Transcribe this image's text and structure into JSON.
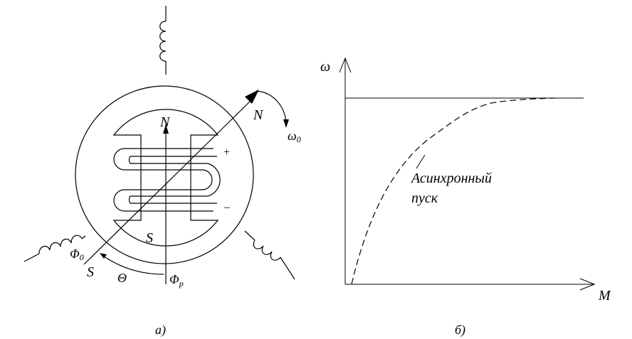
{
  "diagram_a": {
    "caption": "а)",
    "labels": {
      "north_top": "N",
      "north_rotor": "N",
      "south_rotor": "S",
      "south_pole": "S",
      "omega0": "ω",
      "omega0_sub": "0",
      "phi0": "Φ",
      "phi0_sub": "0",
      "phip": "Φ",
      "phip_sub": "р",
      "theta": "Θ",
      "plus": "+",
      "minus": "–"
    }
  },
  "diagram_b": {
    "caption": "б)",
    "y_axis_label": "ω",
    "x_axis_label": "M",
    "curve_label_line1": "Асинхронный",
    "curve_label_line2": "пуск"
  }
}
